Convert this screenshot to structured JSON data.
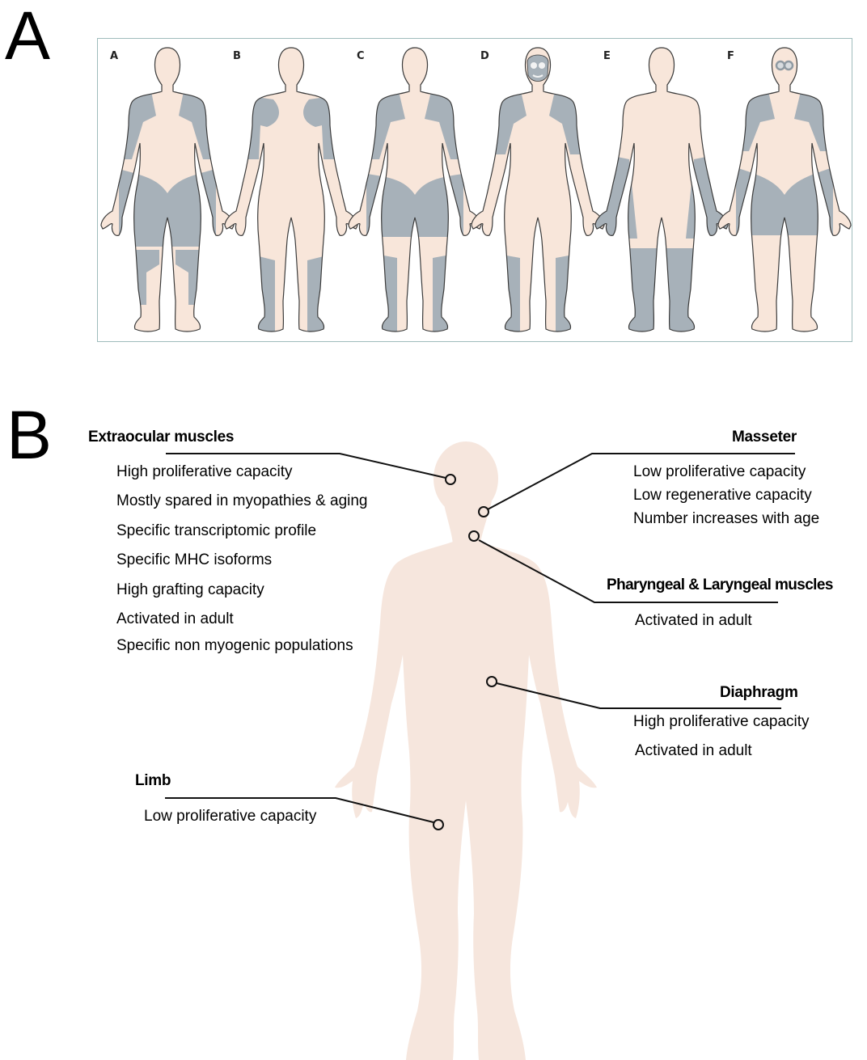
{
  "panel_letters": {
    "a": "A",
    "b": "B"
  },
  "panel_a": {
    "figure_labels": [
      "A",
      "B",
      "C",
      "D",
      "E",
      "F"
    ],
    "colors": {
      "skin": "#f8e6da",
      "affected": "#a7b1b9",
      "outline": "#3b3b3b",
      "frame": "#9fbcbc"
    }
  },
  "panel_b": {
    "colors": {
      "silhouette": "#f6e6dd",
      "line": "#111111"
    },
    "extraocular": {
      "title": "Extraocular muscles",
      "items": [
        "High proliferative capacity",
        "Mostly spared in myopathies & aging",
        "Specific transcriptomic profile",
        "Specific MHC isoforms",
        "High grafting capacity",
        "Activated in adult",
        "Specific non myogenic populations"
      ]
    },
    "masseter": {
      "title": "Masseter",
      "items": [
        "Low proliferative capacity",
        "Low regenerative capacity",
        "Number increases with age"
      ]
    },
    "pharyngeal": {
      "title": "Pharyngeal & Laryngeal muscles",
      "items": [
        "Activated in adult"
      ]
    },
    "diaphragm": {
      "title": "Diaphragm",
      "items": [
        "High proliferative capacity",
        "Activated in adult"
      ]
    },
    "limb": {
      "title": "Limb",
      "items": [
        "Low proliferative capacity"
      ]
    }
  }
}
